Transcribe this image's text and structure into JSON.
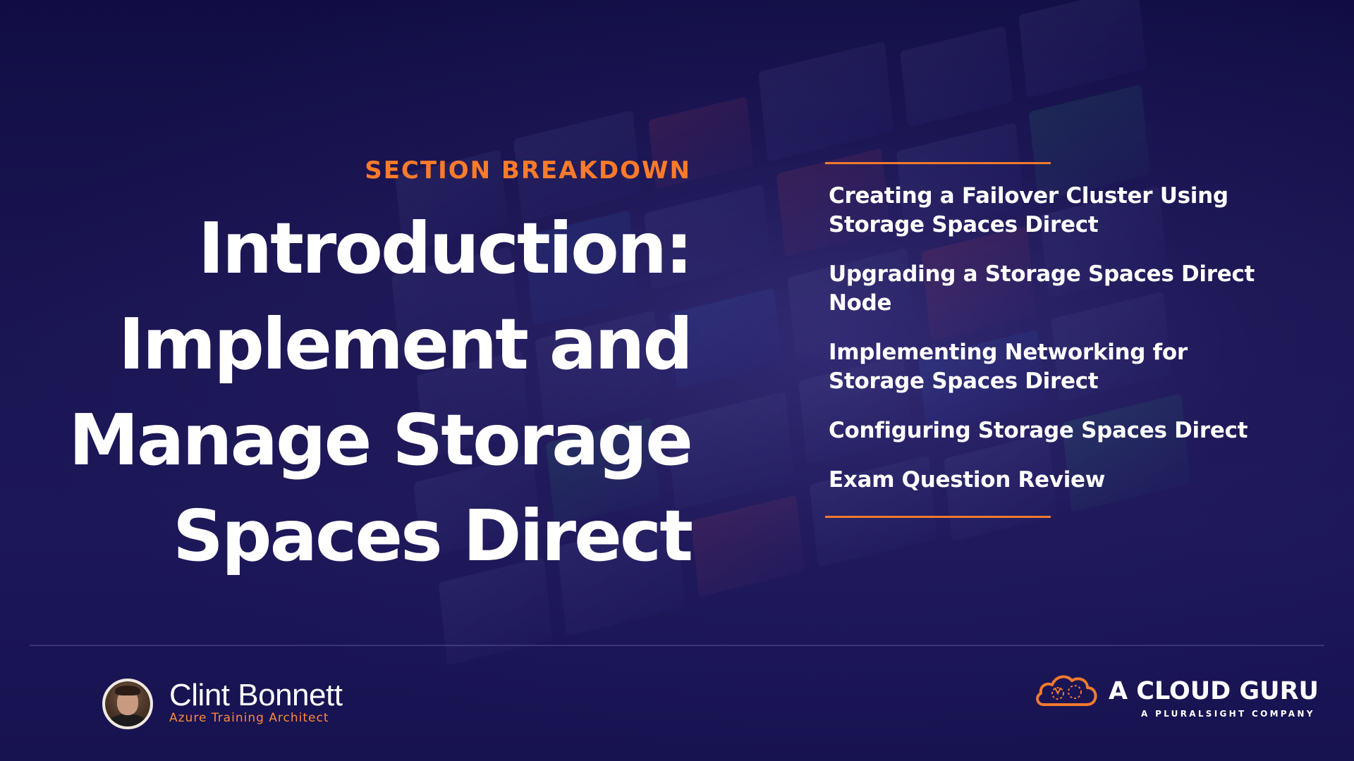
{
  "slide": {
    "section_label": "SECTION BREAKDOWN",
    "title_lines": [
      "Introduction:",
      "Implement and",
      "Manage Storage",
      "Spaces Direct"
    ],
    "topics": [
      "Creating a Failover Cluster Using Storage Spaces Direct",
      "Upgrading a Storage Spaces Direct Node",
      "Implementing Networking for Storage Spaces Direct",
      "Configuring Storage Spaces Direct",
      "Exam Question Review"
    ]
  },
  "presenter": {
    "name": "Clint Bonnett",
    "role": "Azure Training Architect"
  },
  "brand": {
    "name": "A CLOUD GURU",
    "tagline": "A PLURALSIGHT COMPANY"
  },
  "colors": {
    "background": "#1a1552",
    "accent": "#ff7b2a",
    "text": "#ffffff"
  },
  "icons": {
    "brand_logo": "cloud-logo-icon",
    "presenter_photo": "avatar"
  }
}
